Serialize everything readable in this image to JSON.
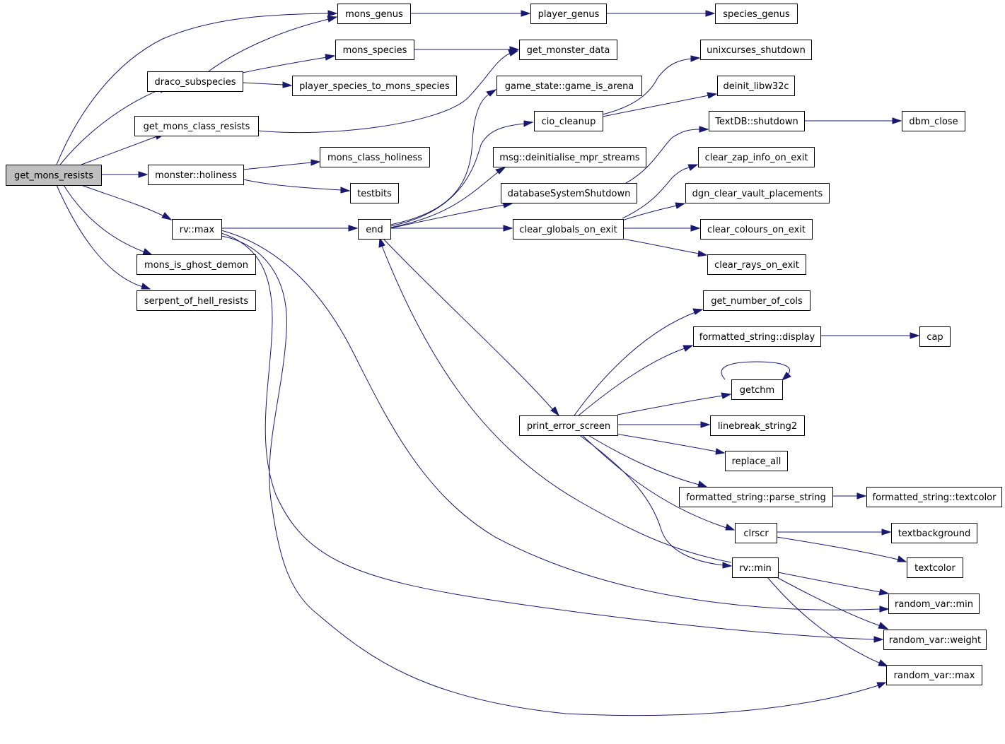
{
  "graph": {
    "type": "call-graph",
    "colors": {
      "edge": "#191970",
      "node_border": "#000000",
      "node_fill": "#ffffff",
      "root_fill": "#bfbfbf"
    },
    "nodes": [
      {
        "id": "get_mons_resists",
        "label": "get_mons_resists",
        "root": true
      },
      {
        "id": "mons_genus",
        "label": "mons_genus"
      },
      {
        "id": "player_genus",
        "label": "player_genus"
      },
      {
        "id": "species_genus",
        "label": "species_genus"
      },
      {
        "id": "mons_species",
        "label": "mons_species"
      },
      {
        "id": "get_monster_data",
        "label": "get_monster_data"
      },
      {
        "id": "unixcurses_shutdown",
        "label": "unixcurses_shutdown"
      },
      {
        "id": "draco_subspecies",
        "label": "draco_subspecies"
      },
      {
        "id": "player_species_to_mons_species",
        "label": "player_species_to_mons_species"
      },
      {
        "id": "game_is_arena",
        "label": "game_state::game_is_arena"
      },
      {
        "id": "deinit_libw32c",
        "label": "deinit_libw32c"
      },
      {
        "id": "get_mons_class_resists",
        "label": "get_mons_class_resists"
      },
      {
        "id": "cio_cleanup",
        "label": "cio_cleanup"
      },
      {
        "id": "textdb_shutdown",
        "label": "TextDB::shutdown"
      },
      {
        "id": "dbm_close",
        "label": "dbm_close"
      },
      {
        "id": "mons_class_holiness",
        "label": "mons_class_holiness"
      },
      {
        "id": "deinitialise_mpr_streams",
        "label": "msg::deinitialise_mpr_streams"
      },
      {
        "id": "clear_zap_info_on_exit",
        "label": "clear_zap_info_on_exit"
      },
      {
        "id": "monster_holiness",
        "label": "monster::holiness"
      },
      {
        "id": "testbits",
        "label": "testbits"
      },
      {
        "id": "databaseSystemShutdown",
        "label": "databaseSystemShutdown"
      },
      {
        "id": "dgn_clear_vault_placements",
        "label": "dgn_clear_vault_placements"
      },
      {
        "id": "rv_max",
        "label": "rv::max"
      },
      {
        "id": "end",
        "label": "end"
      },
      {
        "id": "clear_globals_on_exit",
        "label": "clear_globals_on_exit"
      },
      {
        "id": "clear_colours_on_exit",
        "label": "clear_colours_on_exit"
      },
      {
        "id": "mons_is_ghost_demon",
        "label": "mons_is_ghost_demon"
      },
      {
        "id": "clear_rays_on_exit",
        "label": "clear_rays_on_exit"
      },
      {
        "id": "serpent_of_hell_resists",
        "label": "serpent_of_hell_resists"
      },
      {
        "id": "get_number_of_cols",
        "label": "get_number_of_cols"
      },
      {
        "id": "fs_display",
        "label": "formatted_string::display"
      },
      {
        "id": "cap",
        "label": "cap"
      },
      {
        "id": "getchm",
        "label": "getchm"
      },
      {
        "id": "print_error_screen",
        "label": "print_error_screen"
      },
      {
        "id": "linebreak_string2",
        "label": "linebreak_string2"
      },
      {
        "id": "replace_all",
        "label": "replace_all"
      },
      {
        "id": "fs_parse_string",
        "label": "formatted_string::parse_string"
      },
      {
        "id": "fs_textcolor",
        "label": "formatted_string::textcolor"
      },
      {
        "id": "clrscr",
        "label": "clrscr"
      },
      {
        "id": "textbackground",
        "label": "textbackground"
      },
      {
        "id": "textcolor",
        "label": "textcolor"
      },
      {
        "id": "rv_min",
        "label": "rv::min"
      },
      {
        "id": "random_var_min",
        "label": "random_var::min"
      },
      {
        "id": "random_var_weight",
        "label": "random_var::weight"
      },
      {
        "id": "random_var_max",
        "label": "random_var::max"
      }
    ]
  }
}
